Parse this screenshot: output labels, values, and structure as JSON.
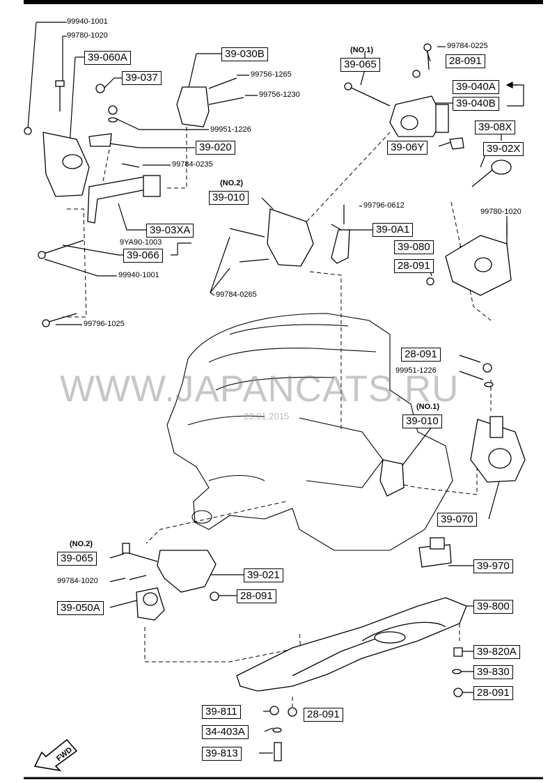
{
  "watermark": {
    "text": "WWW.JAPANCATS.RU",
    "date": "23.01.2015"
  },
  "fwd_label": "FWD",
  "refs": {
    "r39_060A": "39-060A",
    "r39_037": "39-037",
    "r39_030B": "39-030B",
    "r39_020": "39-020",
    "r39_03XA": "39-03XA",
    "r39_066": "39-066",
    "r39_065_top": "39-065",
    "r28_091_a": "28-091",
    "r39_040A": "39-040A",
    "r39_040B": "39-040B",
    "r39_06Y": "39-06Y",
    "r39_08X": "39-08X",
    "r39_02X": "39-02X",
    "r39_010_top": "39-010",
    "r39_0A1": "39-0A1",
    "r39_080": "39-080",
    "r28_091_b": "28-091",
    "r28_091_c": "28-091",
    "r39_010_mid": "39-010",
    "r39_070": "39-070",
    "r39_065_bot": "39-065",
    "r39_021": "39-021",
    "r28_091_d": "28-091",
    "r39_050A": "39-050A",
    "r39_970": "39-970",
    "r39_800": "39-800",
    "r39_820A": "39-820A",
    "r39_830": "39-830",
    "r28_091_e": "28-091",
    "r39_811": "39-811",
    "r28_091_f": "28-091",
    "r34_403A": "34-403A",
    "r39_813": "39-813"
  },
  "parts": {
    "p99940_1001_a": "99940-1001",
    "p99780_1020_a": "99780-1020",
    "p99756_1265": "99756-1265",
    "p99756_1230": "99756-1230",
    "p99951_1226_a": "99951-1226",
    "p99784_0235": "99784-0235",
    "p9YA90_1003": "9YA90-1003",
    "p99940_1001_b": "99940-1001",
    "p99796_1025": "99796-1025",
    "p99784_0225": "99784-0225",
    "p99796_0612": "99796-0612",
    "p99780_1020_b": "99780-1020",
    "p99784_0265": "99784-0265",
    "p99951_1226_b": "99951-1226",
    "p99784_1020": "99784-1020"
  },
  "notes": {
    "no1_top": "(NO.1)",
    "no2_top": "(NO.2)",
    "no1_mid": "(NO.1)",
    "no2_bot": "(NO.2)"
  }
}
